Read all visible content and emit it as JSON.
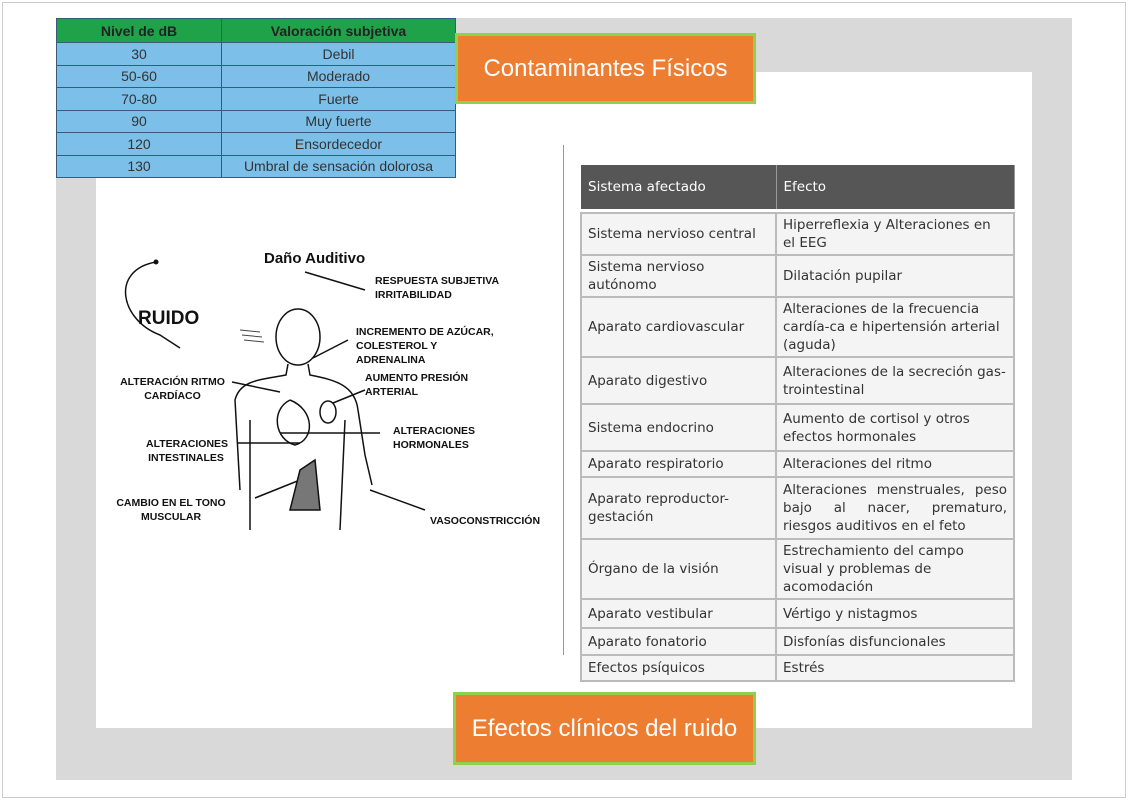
{
  "title": "Contaminantes Físicos",
  "subtitle": "Efectos clínicos del ruido",
  "db_table": {
    "headers": [
      "Nivel de dB",
      "Valoración subjetiva"
    ],
    "rows": [
      [
        "30",
        "Debil"
      ],
      [
        "50-60",
        "Moderado"
      ],
      [
        "70-80",
        "Fuerte"
      ],
      [
        "90",
        "Muy fuerte"
      ],
      [
        "120",
        "Ensordecedor"
      ],
      [
        "130",
        "Umbral de sensación dolorosa"
      ]
    ]
  },
  "diagram": {
    "main": "RUIDO",
    "dano": "Daño Auditivo",
    "labels": [
      "RESPUESTA SUBJETIVA IRRITABILIDAD",
      "INCREMENTO DE  AZÚCAR, COLESTEROL Y ADRENALINA",
      "ALTERACIÓN RITMO CARDÍACO",
      "AUMENTO PRESIÓN ARTERIAL",
      "ALTERACIONES HORMONALES",
      "ALTERACIONES INTESTINALES",
      "CAMBIO EN EL TONO MUSCULAR",
      "VASOCONSTRICCIÓN"
    ]
  },
  "effects_table": {
    "headers": [
      "Sistema afectado",
      "Efecto"
    ],
    "rows": [
      [
        "Sistema nervioso central",
        "Hiperreflexia y Alteraciones en el EEG"
      ],
      [
        "Sistema nervioso autónomo",
        "Dilatación pupilar"
      ],
      [
        "Aparato cardiovascular",
        "Alteraciones de la frecuencia cardía-ca e hipertensión arterial (aguda)"
      ],
      [
        "Aparato digestivo",
        "Alteraciones de la secreción gas-trointestinal"
      ],
      [
        "Sistema endocrino",
        "Aumento de cortisol y otros efectos hormonales"
      ],
      [
        "Aparato respiratorio",
        "Alteraciones del ritmo"
      ],
      [
        "Aparato reproductor-gestación",
        "Alteraciones menstruales, peso bajo al nacer, prematuro, riesgos auditivos en el feto"
      ],
      [
        "Órgano de la visión",
        "Estrechamiento del campo visual y problemas de acomodación"
      ],
      [
        "Aparato vestibular",
        "Vértigo y nistagmos"
      ],
      [
        "Aparato fonatorio",
        "Disfonías disfuncionales"
      ],
      [
        "Efectos psíquicos",
        "Estrés"
      ]
    ]
  }
}
